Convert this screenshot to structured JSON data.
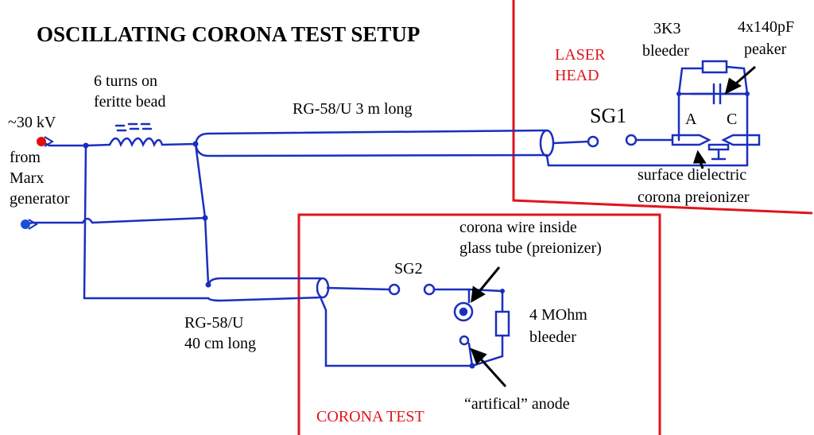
{
  "title": "OSCILLATING CORONA TEST SETUP",
  "colors": {
    "wire": "#1a2fbf",
    "box": "#e0151d",
    "hv_terminal": "#e01010",
    "gnd_terminal": "#1a4fd8",
    "text": "#000000"
  },
  "source": {
    "voltage": "~30 kV",
    "line1": "from",
    "line2": "Marx",
    "line3": "generator"
  },
  "inductor": {
    "line1": "6 turns on",
    "line2": "feritte bead"
  },
  "cable_long": "RG-58/U 3 m long",
  "cable_short": {
    "line1": "RG-58/U",
    "line2": "40 cm long"
  },
  "laser_head": {
    "label_line1": "LASER",
    "label_line2": "HEAD",
    "sg": "SG1",
    "bleeder": {
      "line1": "3K3",
      "line2": "bleeder"
    },
    "peaker": {
      "line1": "4x140pF",
      "line2": "peaker"
    },
    "anode": "A",
    "cathode": "C",
    "preionizer": {
      "line1": "surface dielectric",
      "line2": "corona preionizer"
    }
  },
  "corona_test": {
    "label": "CORONA TEST",
    "sg": "SG2",
    "wire": {
      "line1": "corona wire inside",
      "line2": "glass tube (preionizer)"
    },
    "bleeder": {
      "line1": "4 MOhm",
      "line2": "bleeder"
    },
    "anode": "“artifical” anode"
  }
}
